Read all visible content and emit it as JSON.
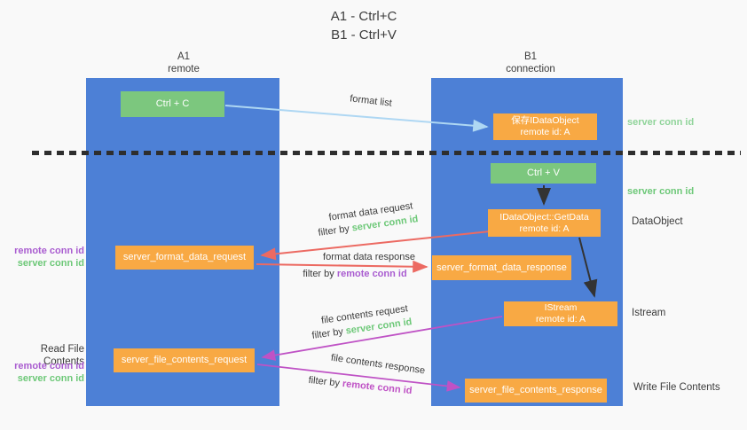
{
  "title": {
    "line1": "A1 - Ctrl+C",
    "line2": "B1 - Ctrl+V"
  },
  "columns": {
    "left": {
      "name": "A1",
      "role": "remote"
    },
    "right": {
      "name": "B1",
      "role": "connection"
    }
  },
  "nodes": {
    "ctrl_c": {
      "label": "Ctrl + C"
    },
    "ctrl_v": {
      "label": "Ctrl + V"
    },
    "save_idataobject": {
      "line1": "保存IDataObject",
      "line2": "remote id: A"
    },
    "getdata": {
      "line1": "IDataObject::GetData",
      "line2": "remote id: A"
    },
    "istream": {
      "line1": "IStream",
      "line2": "remote id: A"
    },
    "format_request": {
      "label": "server_format_data_request"
    },
    "format_response": {
      "label": "server_format_data_response"
    },
    "file_request": {
      "label": "server_file_contents_request"
    },
    "file_response": {
      "label": "server_file_contents_response"
    }
  },
  "edge_labels": {
    "format_list": "format list",
    "format_data_request": "format data request",
    "format_data_response": "format data response",
    "file_contents_request": "file contents request",
    "file_contents_response": "file contents response",
    "filter_by": "filter by ",
    "server_conn_id": "server conn id",
    "remote_conn_id": "remote conn id"
  },
  "side_labels": {
    "server_conn_id_top": "server conn id",
    "server_conn_id_mid": "server conn id",
    "dataobject": "DataObject",
    "istream": "Istream",
    "write_file_contents": "Write File Contents",
    "read_file_contents": "Read File Contents",
    "left_remote_conn_id": "remote conn id",
    "left_server_conn_id": "server conn id"
  },
  "colors": {
    "column_blue": "#4d80d6",
    "node_green": "#7cc77e",
    "node_orange": "#f8a944",
    "arrow_lightblue": "#aed7f3",
    "arrow_red": "#ec6a62",
    "arrow_magenta": "#bf52c5",
    "arrow_black": "#333333",
    "label_green": "#6dc878",
    "label_green_light": "#90d49a",
    "label_purple": "#a95cd0",
    "text_dark": "#3b3b3b"
  }
}
